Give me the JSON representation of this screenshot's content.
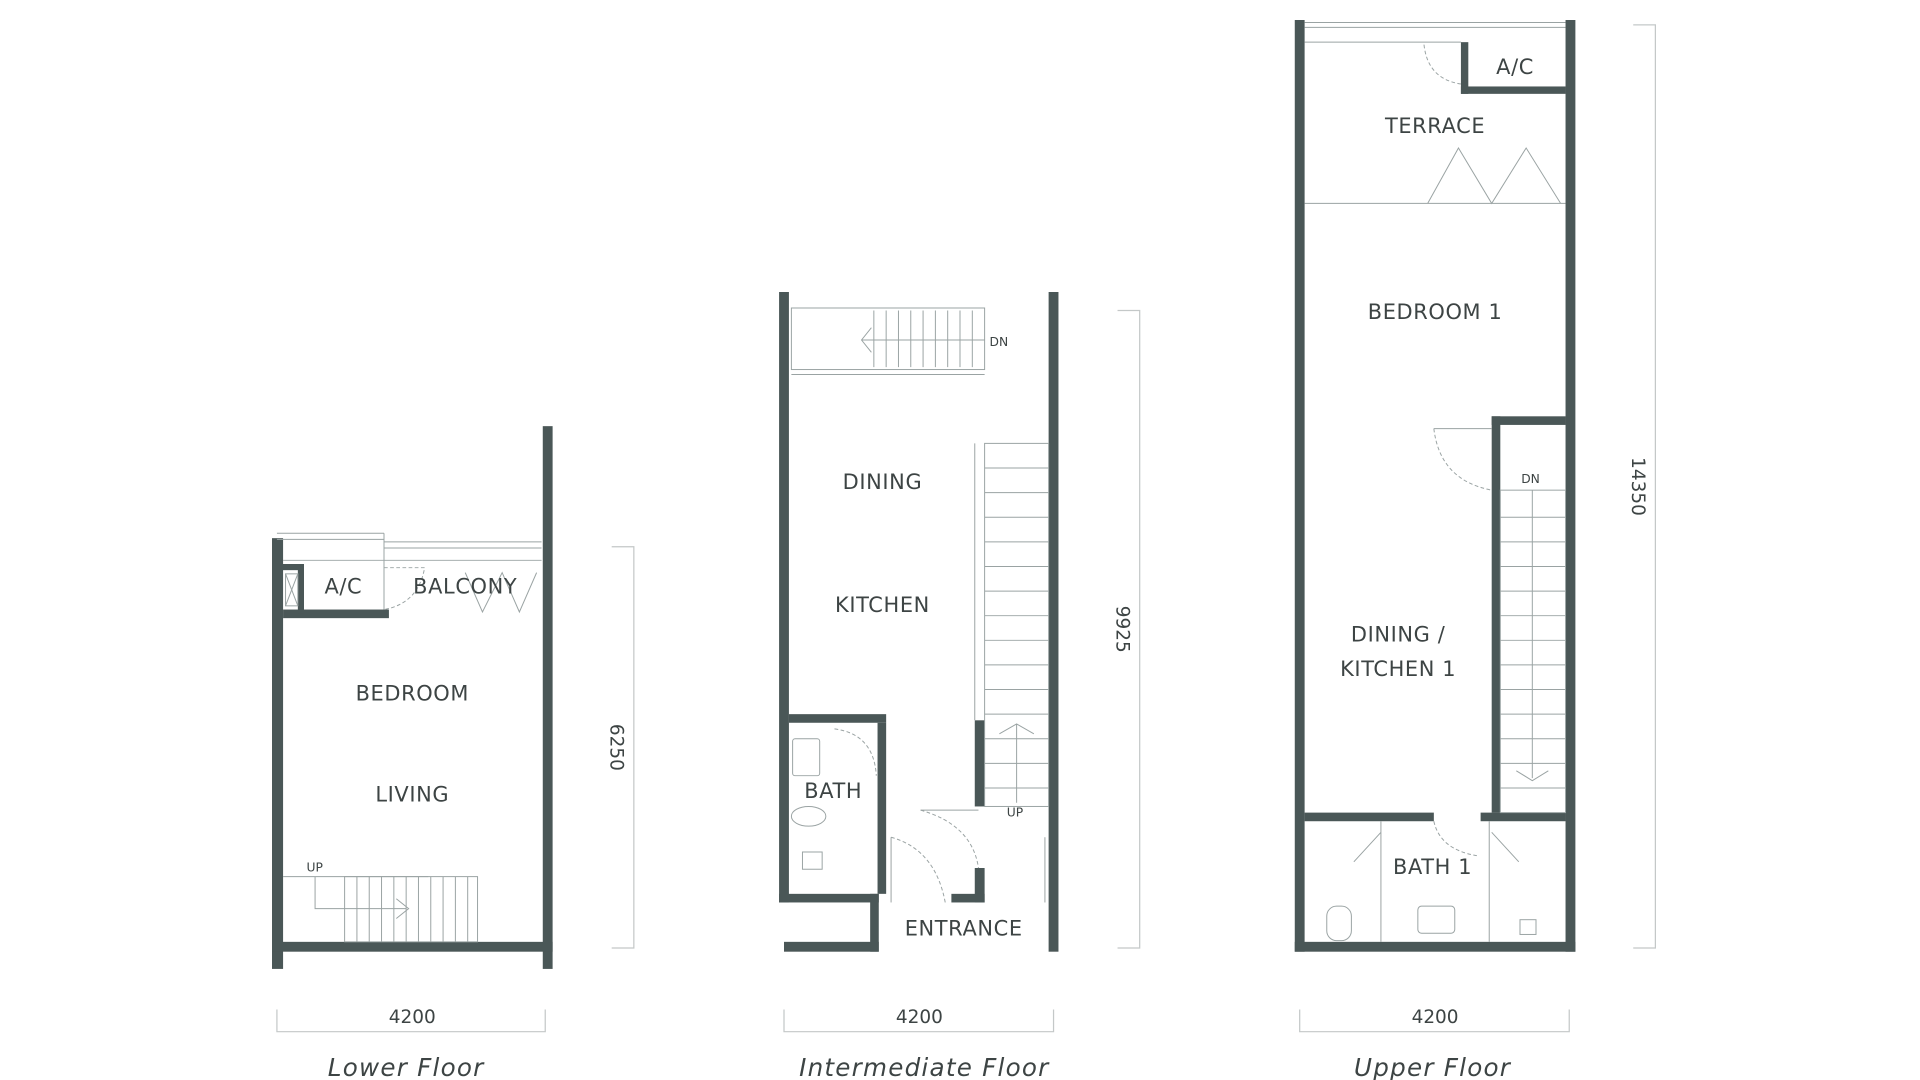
{
  "colors": {
    "wall": "#4a5757",
    "text": "#3d4444",
    "line": "#9aa3a3"
  },
  "floors": {
    "lower": {
      "caption": "Lower Floor",
      "width_dim": "4200",
      "height_dim": "6250",
      "rooms": {
        "ac": "A/C",
        "balcony": "BALCONY",
        "bedroom": "BEDROOM",
        "living": "LIVING"
      },
      "stair_label": "UP"
    },
    "intermediate": {
      "caption": "Intermediate Floor",
      "width_dim": "4200",
      "height_dim": "9925",
      "rooms": {
        "dining": "DINING",
        "kitchen": "KITCHEN",
        "bath": "BATH",
        "entrance": "ENTRANCE"
      },
      "stair_down": "DN",
      "stair_up": "UP"
    },
    "upper": {
      "caption": "Upper Floor",
      "width_dim": "4200",
      "height_dim": "14350",
      "rooms": {
        "ac": "A/C",
        "terrace": "TERRACE",
        "bedroom": "BEDROOM 1",
        "dining": "DINING /",
        "kitchen": "KITCHEN 1",
        "bath": "BATH 1"
      },
      "stair_down": "DN"
    }
  }
}
